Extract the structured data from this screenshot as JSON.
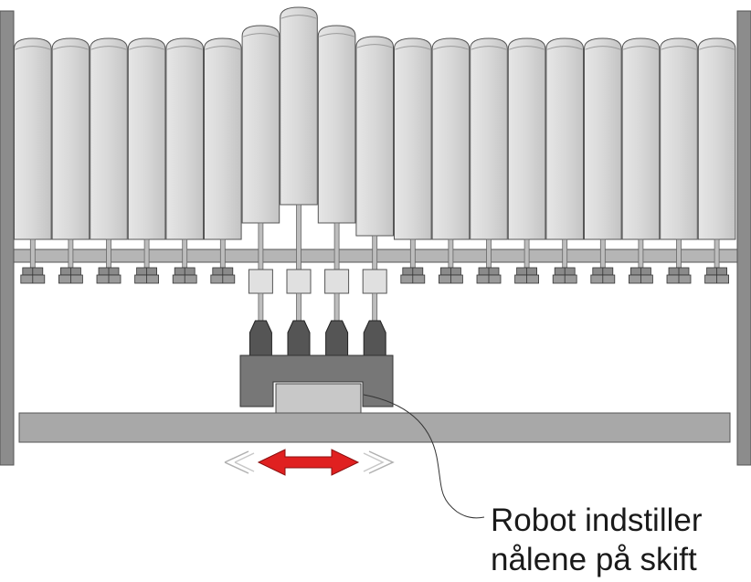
{
  "diagram": {
    "caption": {
      "line1": "Robot indstiller",
      "line2": "nålene på skift"
    },
    "parts": {
      "frame": "side-post",
      "needles": "needle",
      "rail": "needle-rail",
      "nuts": "needle-nut",
      "couplers": "needle-coupler",
      "actuators": "robot-actuator",
      "robot": "robot-carriage",
      "track": "linear-track",
      "motion": "double-headed-arrow"
    },
    "needles": {
      "count": 19,
      "raised": [
        6,
        7,
        8,
        9
      ]
    },
    "colors": {
      "frame": "#8c8c8c",
      "needle_light": "#e6e6e6",
      "needle_dark": "#c4c4c4",
      "robot": "#777777",
      "actuator": "#555555",
      "coupler": "#e0e0e0",
      "arrow": "#e02020",
      "outline": "#444444"
    }
  }
}
